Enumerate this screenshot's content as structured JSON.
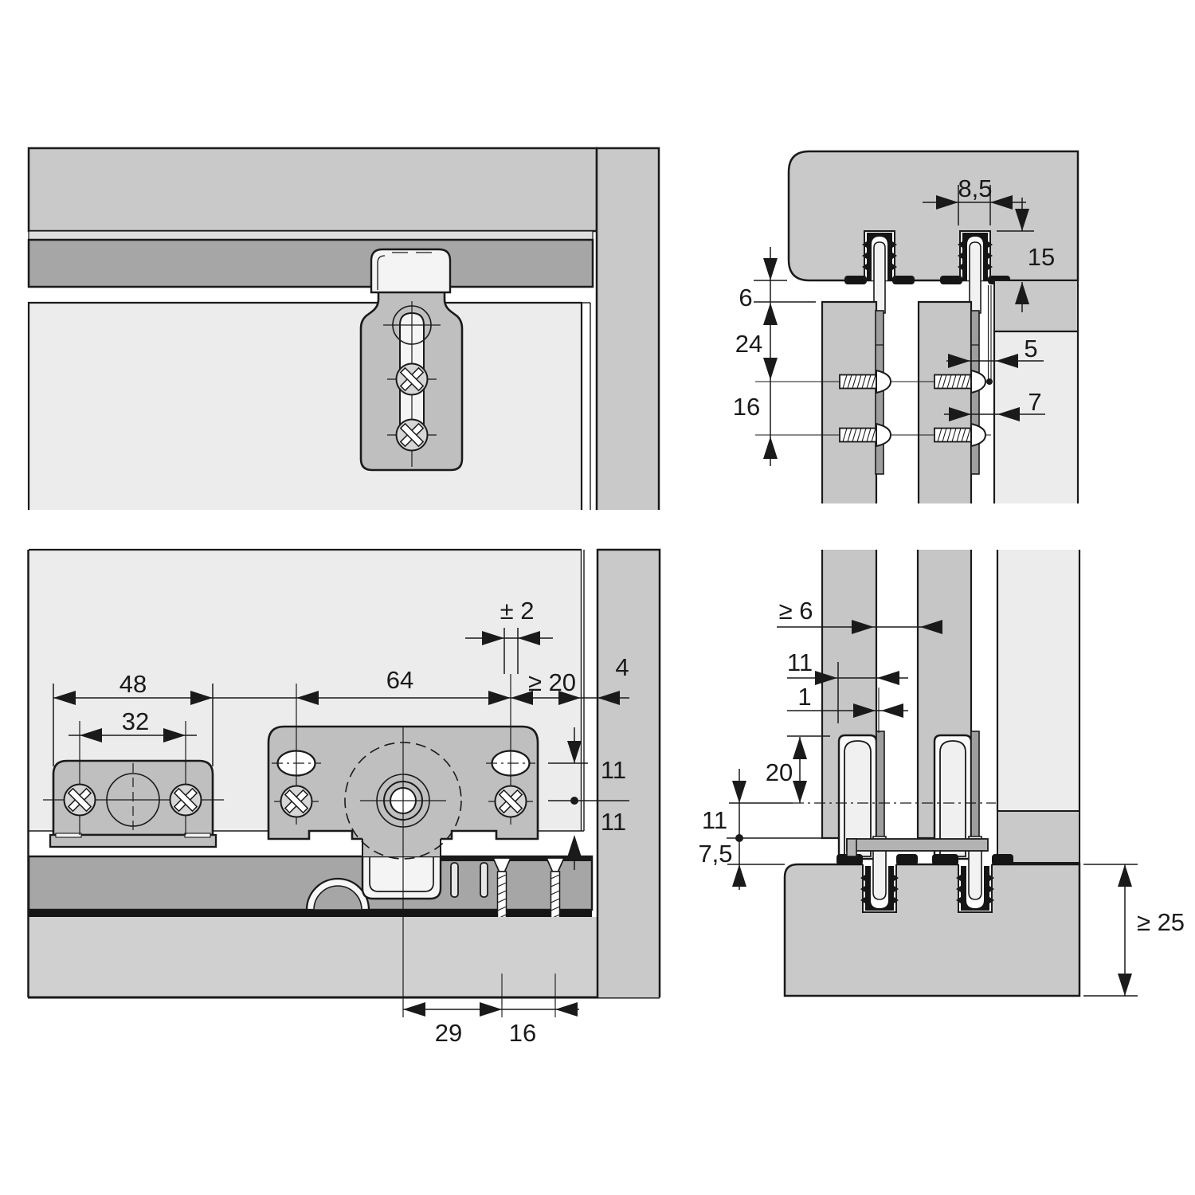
{
  "colors": {
    "ink": "#1a1a1a",
    "panel-light": "#ececec",
    "panel-med": "#c9c9c9",
    "panel-dark": "#a6a6a6",
    "door-section": "#c6c6c6",
    "bracket": "#bfbfbf",
    "floor": "#d0d0d0",
    "strap": "#9e9e9e",
    "white-part": "#f4f4f4",
    "black-part": "#151515"
  },
  "dims": {
    "tr_slot_width": "8,5",
    "tr_slot_depth": "15",
    "tr_gap": "6",
    "tr_screw1": "24",
    "tr_screw2": "16",
    "tr_clear1": "5",
    "tr_clear2": "7",
    "bl_outer": "48",
    "bl_holes": "32",
    "bl_roller_holes": "64",
    "bl_adjust": "± 2",
    "bl_edge": "≥ 20",
    "bl_reveal": "4",
    "bl_v1": "11",
    "bl_v2": "11",
    "bl_screw1": "29",
    "bl_screw2": "16",
    "br_gap": "≥ 6",
    "br_door": "11",
    "br_strap": "1",
    "br_depth": "20",
    "br_axis": "11",
    "br_clear": "7,5",
    "br_panel": "≥ 25"
  }
}
